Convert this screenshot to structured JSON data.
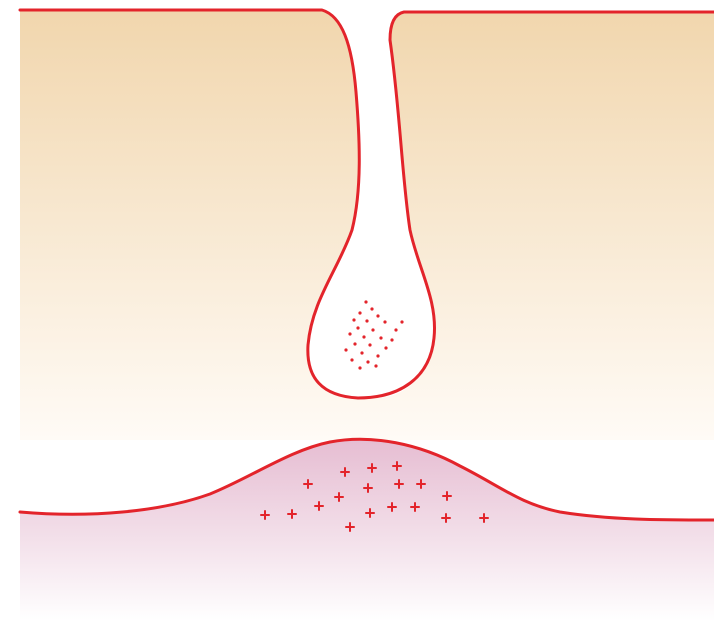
{
  "diagram": {
    "colors": {
      "outline": "#e3242b",
      "upper_layer_top": "#f1d6ad",
      "upper_layer_bottom": "#fefaf4",
      "lower_layer_top": "#e8bfd5",
      "lower_layer_bottom": "#ffffff",
      "marker": "#e3242b"
    },
    "shapes": [
      "upper-tissue-layer",
      "narrow-channel",
      "bulb-cavity",
      "lower-tissue-layer",
      "raised-mound"
    ],
    "markers": {
      "cavity_dots": "small-dot-cluster",
      "mound_crosses": "plus-sign-cluster"
    }
  }
}
